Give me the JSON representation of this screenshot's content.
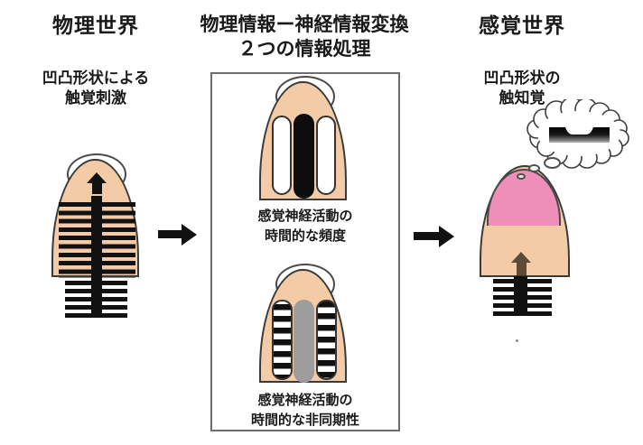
{
  "colors": {
    "skin": "#f3cba7",
    "pink": "#ed8fb9",
    "gray_pill": "#9d9d9d",
    "ink": "#111111",
    "outline": "#3a3a3a",
    "nail_border": "#4a4a4a",
    "box_border": "#6e6e6e",
    "brown": "#5d4b38",
    "bg": "#ffffff"
  },
  "physical_world": {
    "title": "物理世界",
    "subtitle_line1": "凹凸形状による",
    "subtitle_line2": "触覚刺激"
  },
  "conversion": {
    "title_line1": "物理情報ー神経情報変換",
    "title_line2": "２つの情報処理",
    "frequency_caption_line1": "感覚神経活動の",
    "frequency_caption_line2": "時間的な頻度",
    "asynchrony_caption_line1": "感覚神経活動の",
    "asynchrony_caption_line2": "時間的な非同期性"
  },
  "sensory_world": {
    "title": "感覚世界",
    "subtitle_line1": "凹凸形状の",
    "subtitle_line2": "触知覚"
  }
}
